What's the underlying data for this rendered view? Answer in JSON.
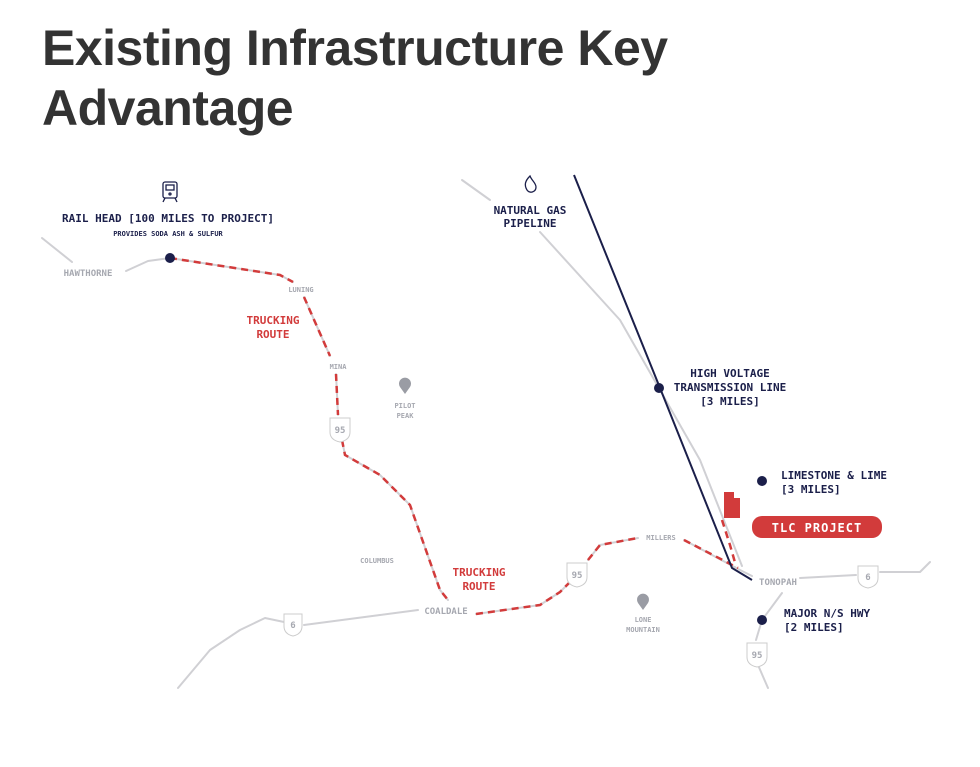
{
  "title": "Existing Infrastructure Key Advantage",
  "colors": {
    "navy": "#1b1f4a",
    "red": "#d23b3b",
    "road": "#d0d0d4",
    "label": "#a6a8b0"
  },
  "map": {
    "rail_head": {
      "title": "RAIL HEAD [100 MILES TO PROJECT]",
      "subtitle": "PROVIDES SODA ASH & SULFUR",
      "icon": "train-icon"
    },
    "gas": {
      "line1": "NATURAL GAS",
      "line2": "PIPELINE",
      "icon": "flame-icon"
    },
    "hv": {
      "line1": "HIGH VOLTAGE",
      "line2": "TRANSMISSION LINE",
      "line3": "[3 MILES]"
    },
    "limestone": {
      "line1": "LIMESTONE & LIME",
      "line2": "[3 MILES]"
    },
    "hwy": {
      "line1": "MAJOR N/S HWY",
      "line2": "[2 MILES]"
    },
    "project": "TLC PROJECT",
    "trucking1": {
      "line1": "TRUCKING",
      "line2": "ROUTE"
    },
    "trucking2": {
      "line1": "TRUCKING",
      "line2": "ROUTE"
    },
    "towns": {
      "hawthorne": "HAWTHORNE",
      "luning": "LUNING",
      "mina": "MINA",
      "columbus": "COLUMBUS",
      "coaldale": "COALDALE",
      "millers": "MILLERS",
      "tonopah": "TONOPAH"
    },
    "peaks": {
      "pilot1": "PILOT",
      "pilot2": "PEAK",
      "lone1": "LONE",
      "lone2": "MOUNTAIN"
    },
    "shields": {
      "us95a": "95",
      "us95b": "95",
      "us95c": "95",
      "us6a": "6",
      "us6b": "6"
    }
  }
}
